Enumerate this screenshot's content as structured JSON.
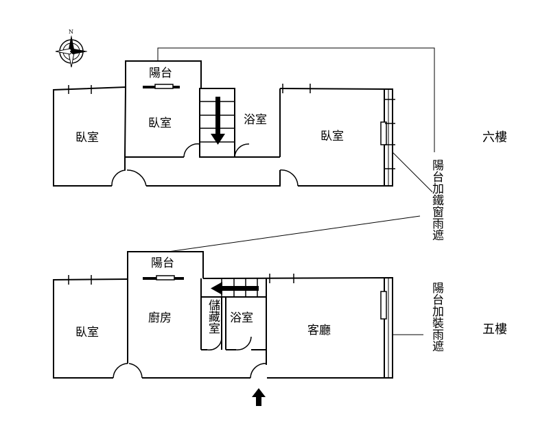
{
  "compass": {
    "north_label": "N",
    "icon": "compass-rose-icon"
  },
  "floors": {
    "sixth": {
      "label": "六樓",
      "rooms": {
        "balcony": "陽台",
        "bedroom_left": "臥室",
        "bedroom_mid": "臥室",
        "bathroom": "浴室",
        "bedroom_right": "臥室"
      },
      "note": "陽台加鐵窗雨遮"
    },
    "fifth": {
      "label": "五樓",
      "rooms": {
        "balcony": "陽台",
        "bedroom": "臥室",
        "kitchen": "廚房",
        "storage": "儲藏室",
        "bathroom": "浴室",
        "living_room": "客廳"
      },
      "note": "陽台加裝雨遮"
    }
  },
  "icons": {
    "stair_arrow": "arrow-icon",
    "entrance": "entrance-arrow-icon"
  }
}
